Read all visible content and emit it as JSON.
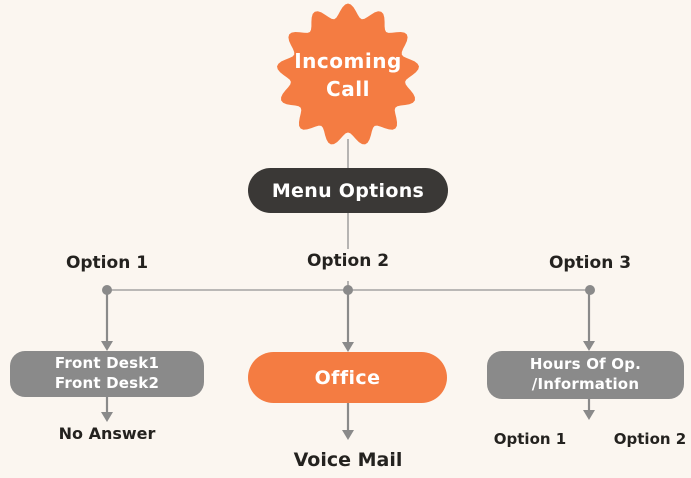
{
  "flow": {
    "incoming_call": {
      "label": "Incoming Call"
    },
    "menu": {
      "label": "Menu Options"
    },
    "branches": [
      {
        "option_label": "Option 1",
        "box_lines": [
          "Front Desk1",
          "Front Desk2"
        ],
        "result": "No Answer"
      },
      {
        "option_label": "Option 2",
        "box_lines": [
          "Office"
        ],
        "result": "Voice Mail"
      },
      {
        "option_label": "Option 3",
        "box_lines": [
          "Hours Of Op.",
          "/Information"
        ],
        "sub_options": [
          "Option 1",
          "Option 2"
        ]
      }
    ]
  },
  "colors": {
    "background": "#FBF6F0",
    "orange": "#F47C42",
    "dark": "#3A3836",
    "gray": "#8A8A8A",
    "connector": "#929292",
    "arrow": "#8A8A8A",
    "text": "#24221F",
    "box_text": "#FFFFFF"
  }
}
